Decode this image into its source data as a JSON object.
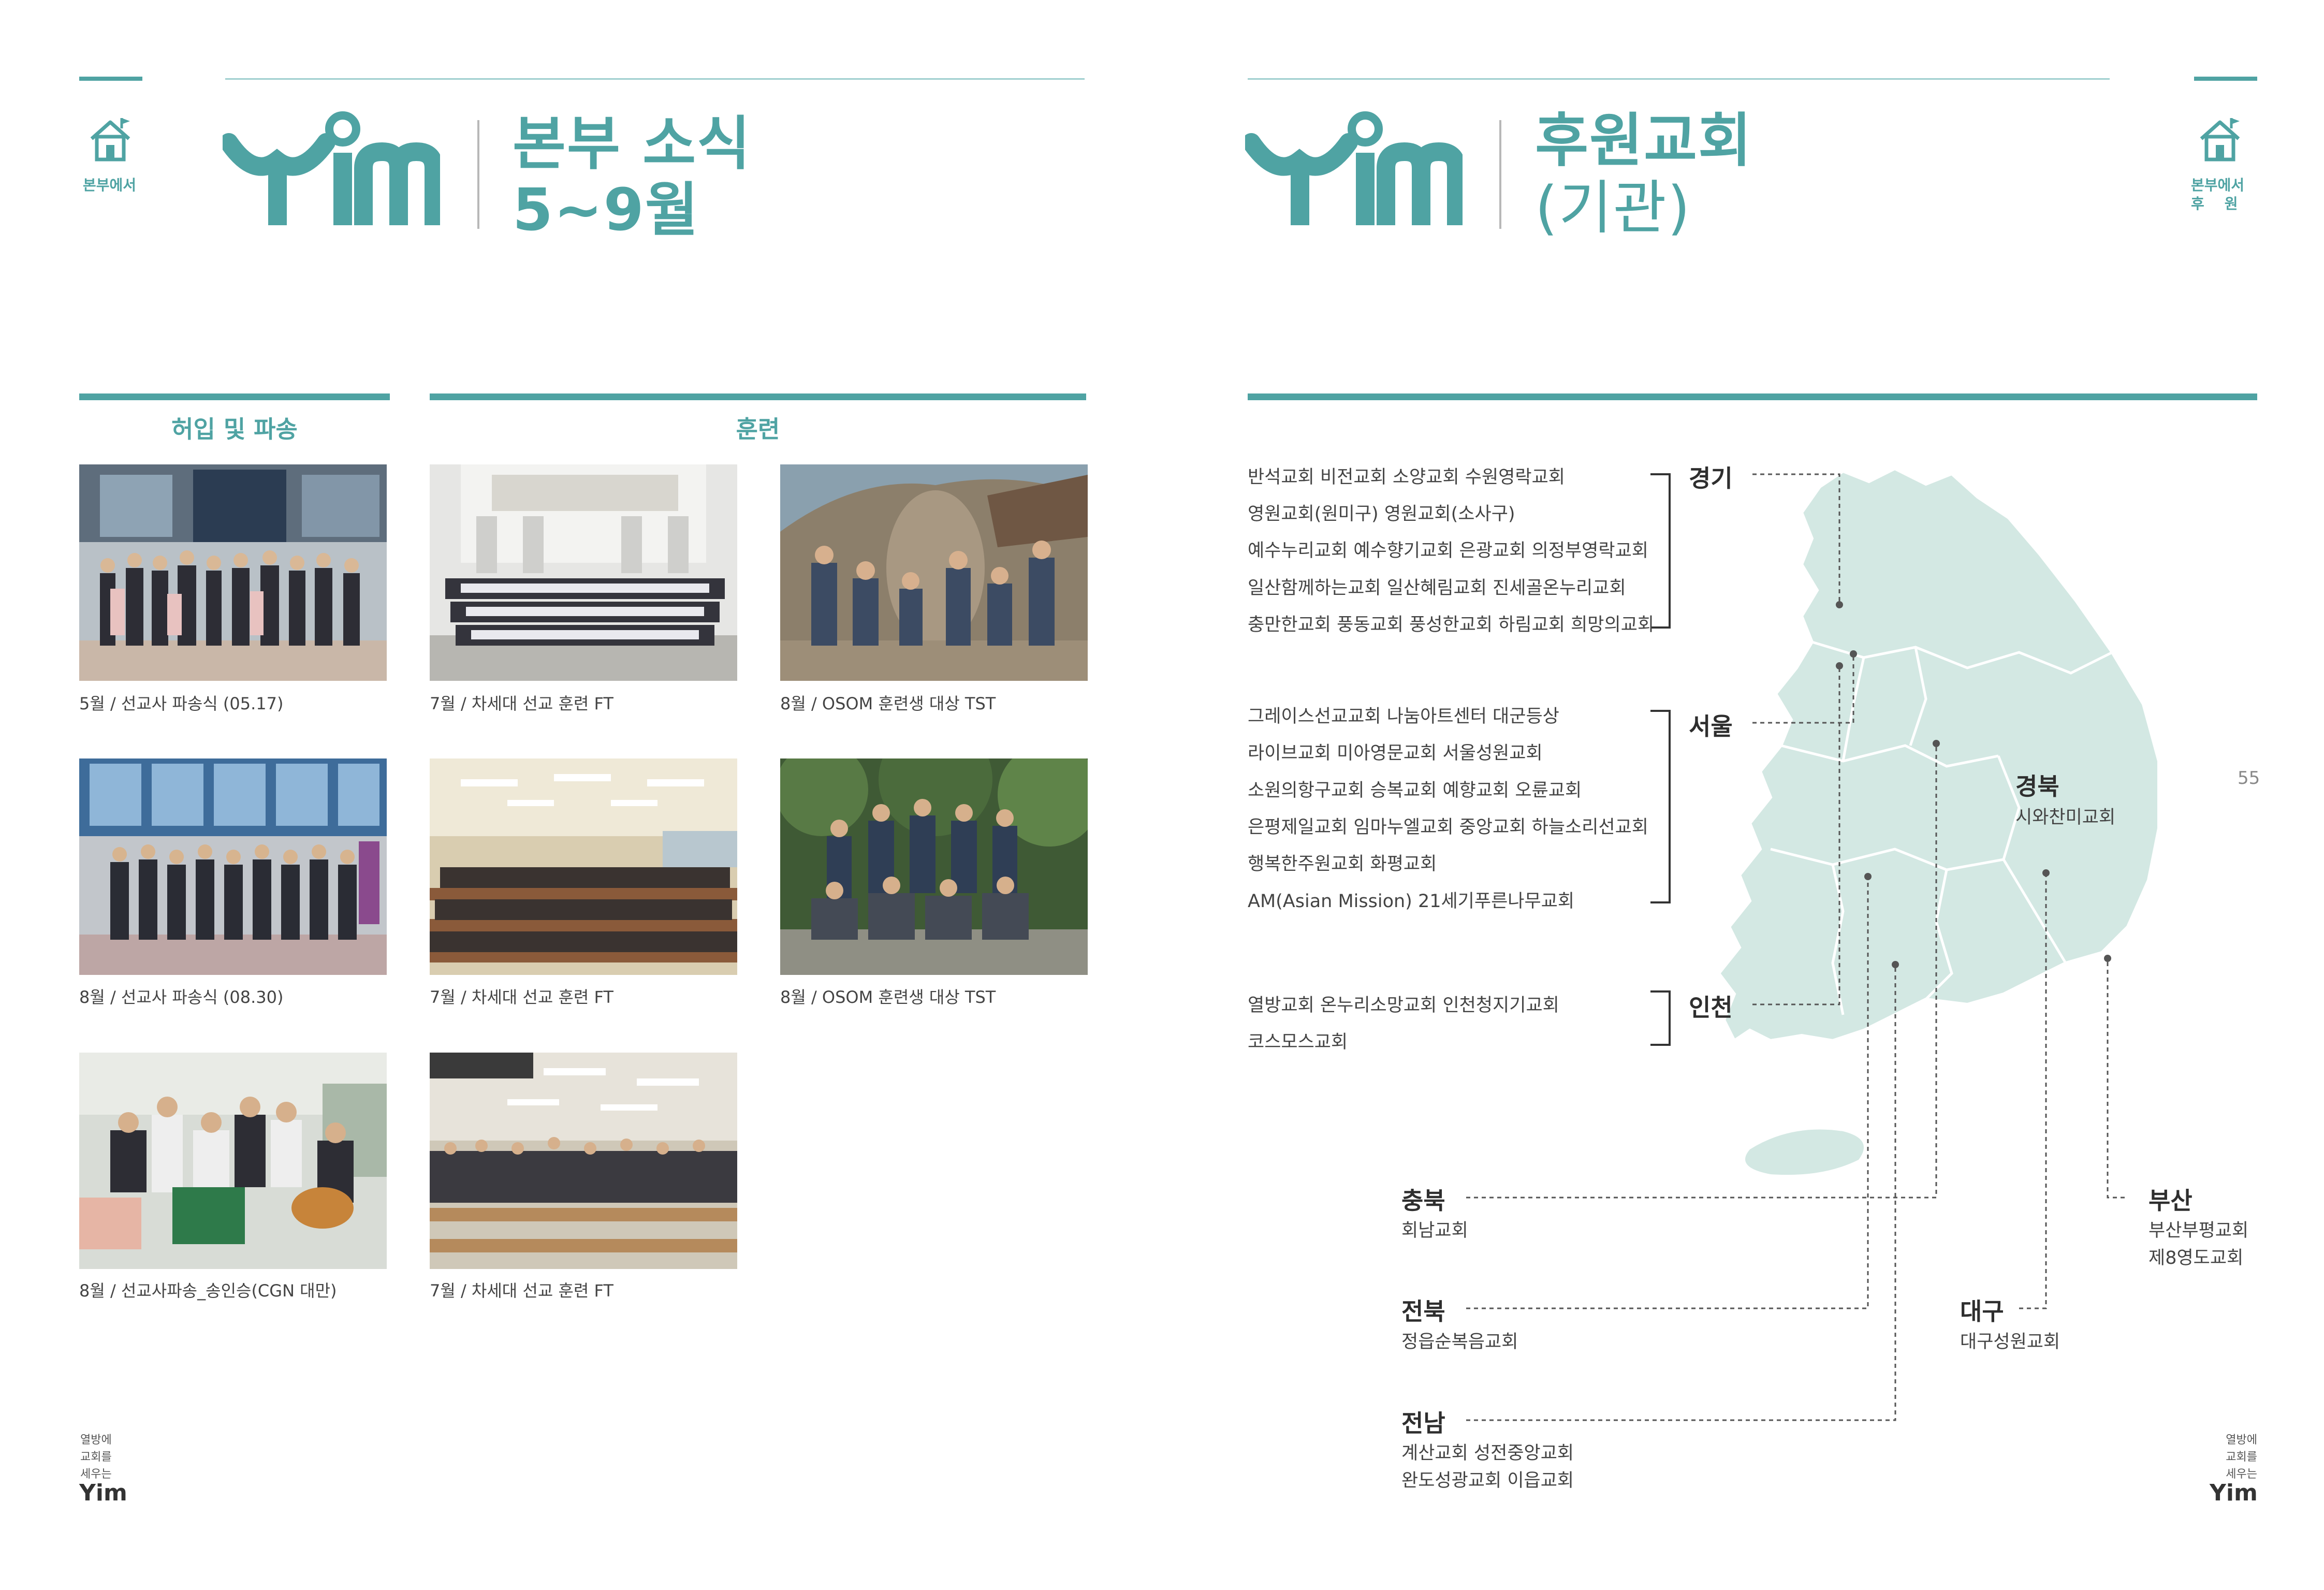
{
  "left_page": {
    "section_icon_label": "본부에서",
    "logo_text": "Yim",
    "title_line1": "본부 소식",
    "title_line2": "5~9월",
    "group_left_label": "허입 및 파송",
    "group_right_label": "훈련",
    "photos": [
      {
        "caption": "5월 / 선교사 파송식 (05.17)"
      },
      {
        "caption": "7월 / 차세대 선교 훈련 FT"
      },
      {
        "caption": "8월 / OSOM 훈련생 대상 TST"
      },
      {
        "caption": "8월 / 선교사 파송식 (08.30)"
      },
      {
        "caption": "7월 / 차세대 선교 훈련 FT"
      },
      {
        "caption": "8월 / OSOM 훈련생 대상 TST"
      },
      {
        "caption": "8월 / 선교사파송_송인승(CGN 대만)"
      },
      {
        "caption": "7월 / 차세대 선교 훈련 FT"
      }
    ],
    "footer": {
      "line1": "열방에",
      "line2": "교회를",
      "line3": "세우는",
      "logo": "Yim"
    }
  },
  "right_page": {
    "logo_text": "Yim",
    "title_line1": "후원교회",
    "title_line2": "(기관)",
    "section_icon_label1": "본부에서",
    "section_icon_label2": "후    원",
    "page_number": "55",
    "map_color": "#d3e8e3",
    "regions": {
      "gyeonggi": {
        "name": "경기",
        "churches": [
          "반석교회 비전교회 소양교회 수원영락교회",
          "영원교회(원미구) 영원교회(소사구)",
          "예수누리교회 예수향기교회 은광교회 의정부영락교회",
          "일산함께하는교회 일산혜림교회 진세골온누리교회",
          "충만한교회 풍동교회 풍성한교회 하림교회 희망의교회"
        ]
      },
      "seoul": {
        "name": "서울",
        "churches": [
          "그레이스선교교회 나눔아트센터 대군등상",
          "라이브교회 미아영문교회 서울성원교회",
          "소원의항구교회 승복교회 예향교회 오륜교회",
          "은평제일교회 임마누엘교회 중앙교회 하늘소리선교회",
          "행복한주원교회 화평교회",
          "AM(Asian Mission) 21세기푸른나무교회"
        ]
      },
      "incheon": {
        "name": "인천",
        "churches": [
          "열방교회  온누리소망교회  인천청지기교회",
          "코스모스교회"
        ]
      },
      "gyeongbuk": {
        "name": "경북",
        "churches": [
          "시와찬미교회"
        ]
      },
      "chungbuk": {
        "name": "충북",
        "churches": [
          "회남교회"
        ]
      },
      "jeonbuk": {
        "name": "전북",
        "churches": [
          "정읍순복음교회"
        ]
      },
      "jeonnam": {
        "name": "전남",
        "churches": [
          "계산교회 성전중앙교회",
          "완도성광교회 이읍교회"
        ]
      },
      "daegu": {
        "name": "대구",
        "churches": [
          "대구성원교회"
        ]
      },
      "busan": {
        "name": "부산",
        "churches": [
          "부산부평교회",
          "제8영도교회"
        ]
      }
    },
    "footer": {
      "line1": "열방에",
      "line2": "교회를",
      "line3": "세우는",
      "logo": "Yim"
    }
  }
}
